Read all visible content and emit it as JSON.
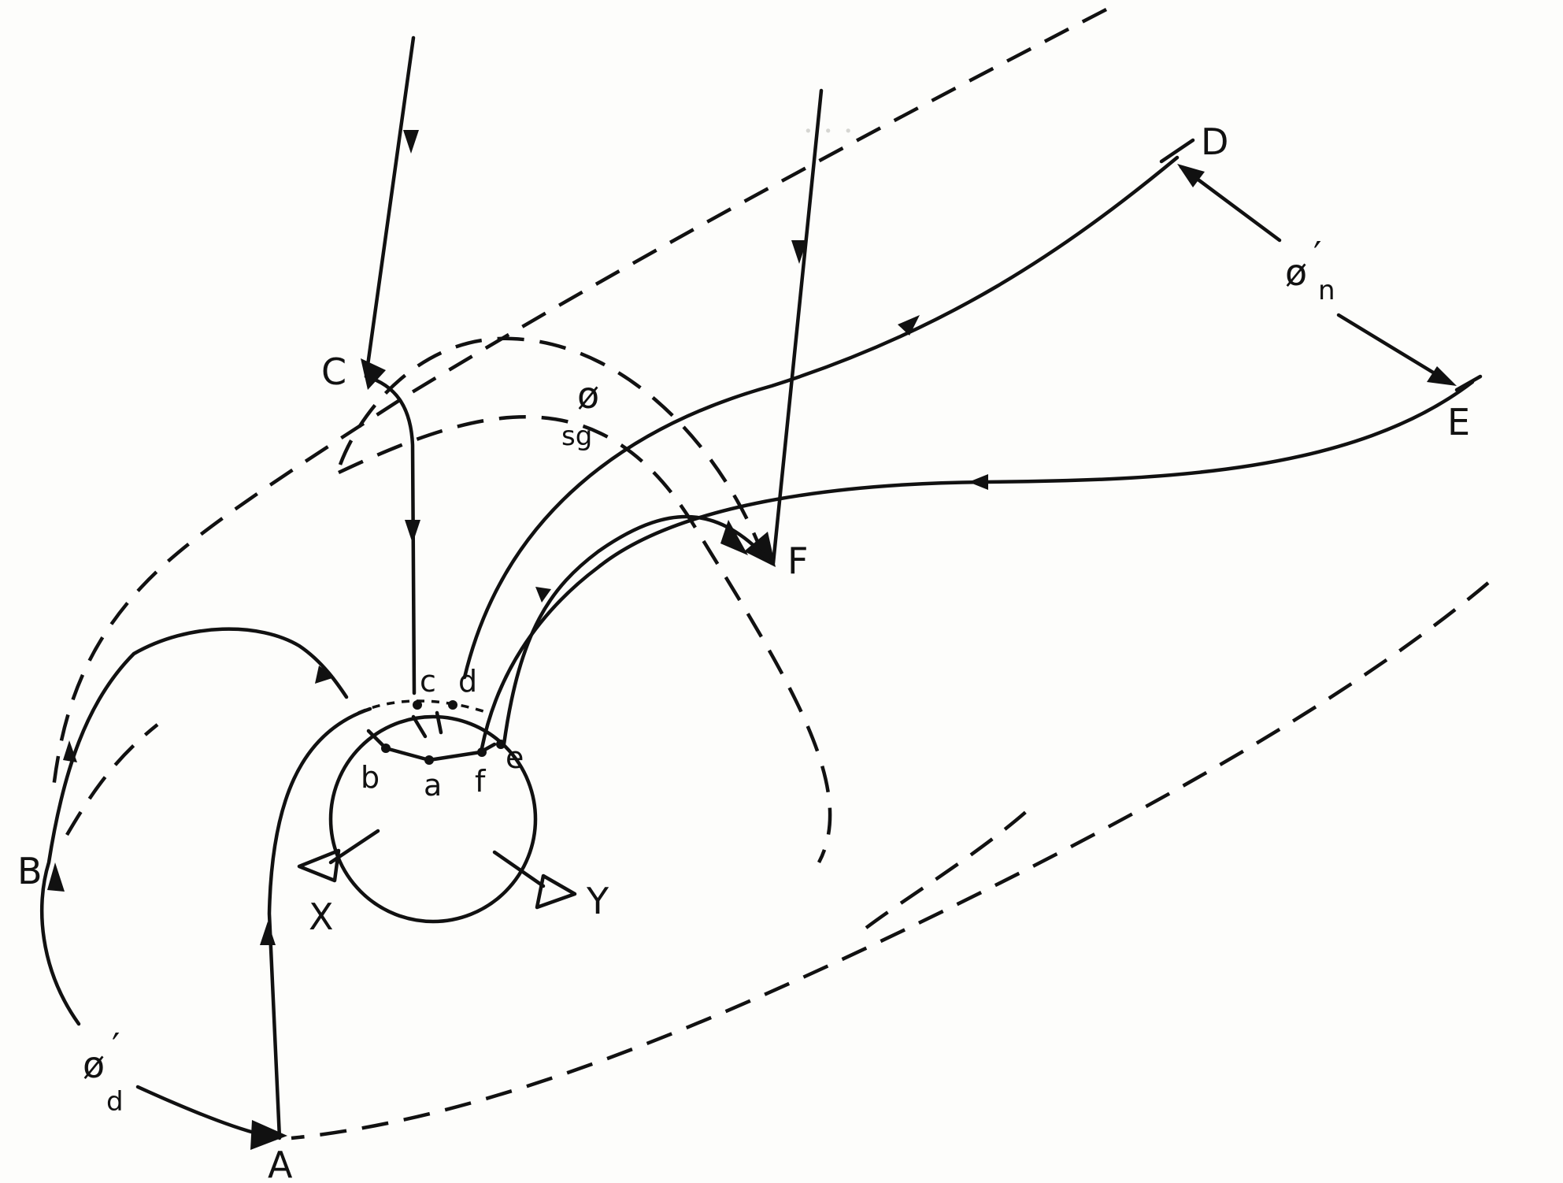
{
  "labels": {
    "A": "A",
    "B": "B",
    "C": "C",
    "D": "D",
    "E": "E",
    "F": "F",
    "a": "a",
    "b": "b",
    "c": "c",
    "d": "d",
    "e": "e",
    "f": "f",
    "X": "X",
    "Y": "Y",
    "phi_sg_symbol": "ø",
    "phi_sg_sub": "sg",
    "phi_n_symbol": "ø",
    "phi_n_prime": "′",
    "phi_n_sub": "n",
    "phi_d_symbol": "ø",
    "phi_d_prime": "′",
    "phi_d_sub": "d"
  },
  "colors": {
    "ink": "#111111",
    "paper": "#fdfdfb",
    "ghost_text": "#d6d6d2"
  }
}
